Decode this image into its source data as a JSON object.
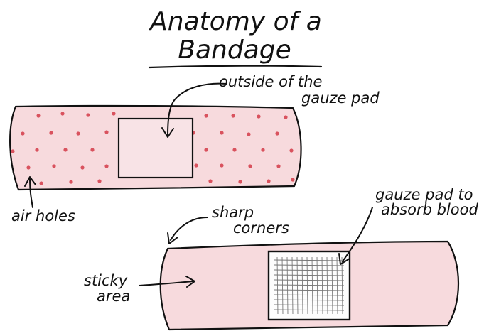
{
  "title": {
    "line1": "Anatomy of a",
    "line2": "Bandage"
  },
  "labels": {
    "outside_line1": "outside of the",
    "outside_line2": "gauze pad",
    "airholes": "air holes",
    "sharp_line1": "sharp",
    "sharp_line2": "corners",
    "sticky_line1": "sticky",
    "sticky_line2": "area",
    "gauze_line1": "gauze pad to",
    "gauze_line2": "absorb blood"
  },
  "colors": {
    "ink": "#111111",
    "bandage_fill": "#f7dadd",
    "pad_fill": "#f8e3e6",
    "dot": "#d9525e",
    "gauze_fill": "#fdfdfd",
    "gauze_grid": "#777777"
  }
}
